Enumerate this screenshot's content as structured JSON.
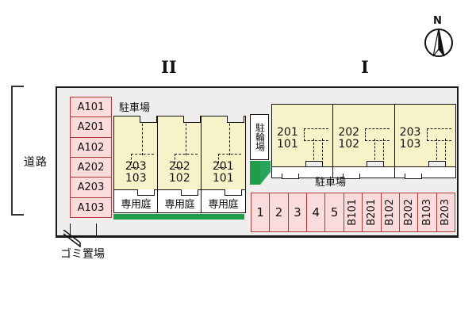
{
  "compass": {
    "label": "N",
    "icon": "compass-north-icon"
  },
  "buildings": [
    {
      "id": "building-2",
      "roman": "II"
    },
    {
      "id": "building-1",
      "roman": "I"
    }
  ],
  "road": {
    "label": "道路"
  },
  "trash": {
    "label": "ゴミ置場"
  },
  "parking_label_left": "駐車場",
  "parking_label_right": "駐車場",
  "bicycle_parking": {
    "label": "駐輪場"
  },
  "a_parking": {
    "cells": [
      {
        "label": "A101"
      },
      {
        "label": "A201"
      },
      {
        "label": "A102"
      },
      {
        "label": "A202"
      },
      {
        "label": "A203"
      },
      {
        "label": "A103"
      }
    ]
  },
  "building_2": {
    "units": [
      {
        "upper": "203",
        "lower": "103",
        "garden": "専用庭"
      },
      {
        "upper": "202",
        "lower": "102",
        "garden": "専用庭"
      },
      {
        "upper": "201",
        "lower": "101",
        "garden": "専用庭"
      }
    ]
  },
  "building_1": {
    "units": [
      {
        "upper": "201",
        "lower": "101"
      },
      {
        "upper": "202",
        "lower": "102"
      },
      {
        "upper": "203",
        "lower": "103"
      }
    ]
  },
  "b_parking": {
    "cells": [
      {
        "label": "1",
        "vertical": false
      },
      {
        "label": "2",
        "vertical": false
      },
      {
        "label": "3",
        "vertical": false
      },
      {
        "label": "4",
        "vertical": false
      },
      {
        "label": "5",
        "vertical": false
      },
      {
        "label": "B101",
        "vertical": true
      },
      {
        "label": "B201",
        "vertical": true
      },
      {
        "label": "B102",
        "vertical": true
      },
      {
        "label": "B202",
        "vertical": true
      },
      {
        "label": "B103",
        "vertical": true
      },
      {
        "label": "B203",
        "vertical": true
      }
    ]
  },
  "colors": {
    "building_fill": "#f8f2c8",
    "parking_pink_fill": "#fbdcdc",
    "parking_pink_border": "#b03a3a",
    "green": "#1f9e4a",
    "frame_bg": "#f0eeec",
    "outline": "#1a1a1a"
  }
}
